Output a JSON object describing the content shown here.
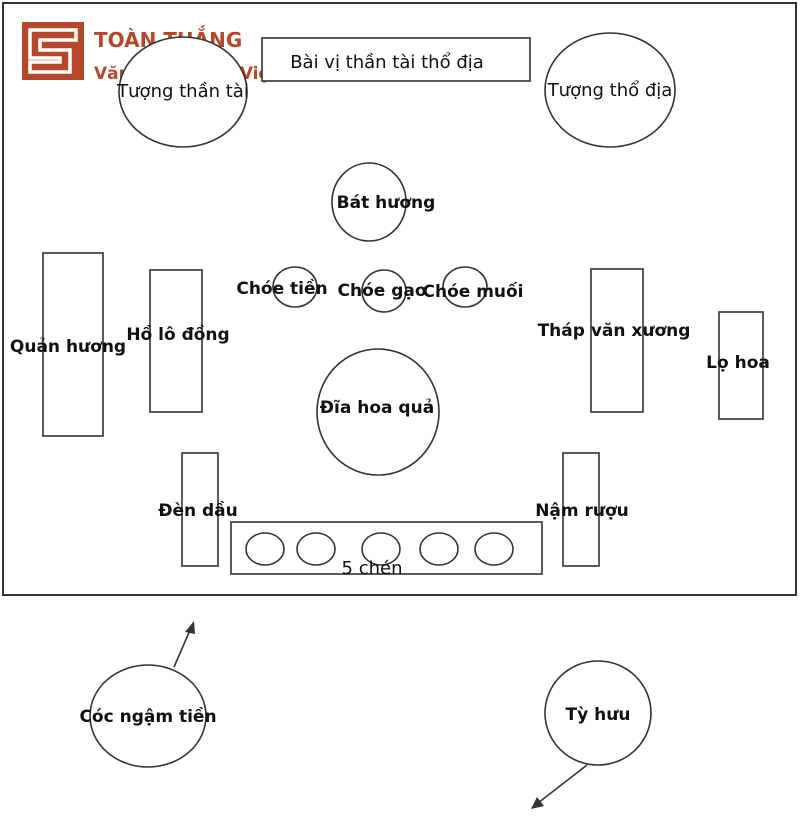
{
  "logo": {
    "name": "TOÀN THẮNG",
    "tagline": "Văn hóa Người Việt",
    "color": "#b5472a"
  },
  "labels": {
    "bai_vi": "Bài vị thần tài thổ địa",
    "tuong_than_tai": "Tượng thần tài",
    "tuong_tho_dia": "Tượng thổ địa",
    "bat_huong": "Bát hương",
    "choe_tien": "Chóe tiền",
    "choe_gao": "Chóe gạo",
    "choe_muoi": "Chóe muối",
    "quan_huong": "Quản hương",
    "ho_lo_dong": "Hồ lô đồng",
    "thap_van_xuong": "Tháp văn xương",
    "lo_hoa": "Lọ hoa",
    "dia_hoa_qua": "Đĩa hoa quả",
    "den_dau": "Đèn dầu",
    "nam_ruou": "Nậm rượu",
    "nam_chen": "5 chén",
    "coc_ngam_tien": "Cóc ngậm tiền",
    "ty_huu": "Tỳ hưu"
  }
}
